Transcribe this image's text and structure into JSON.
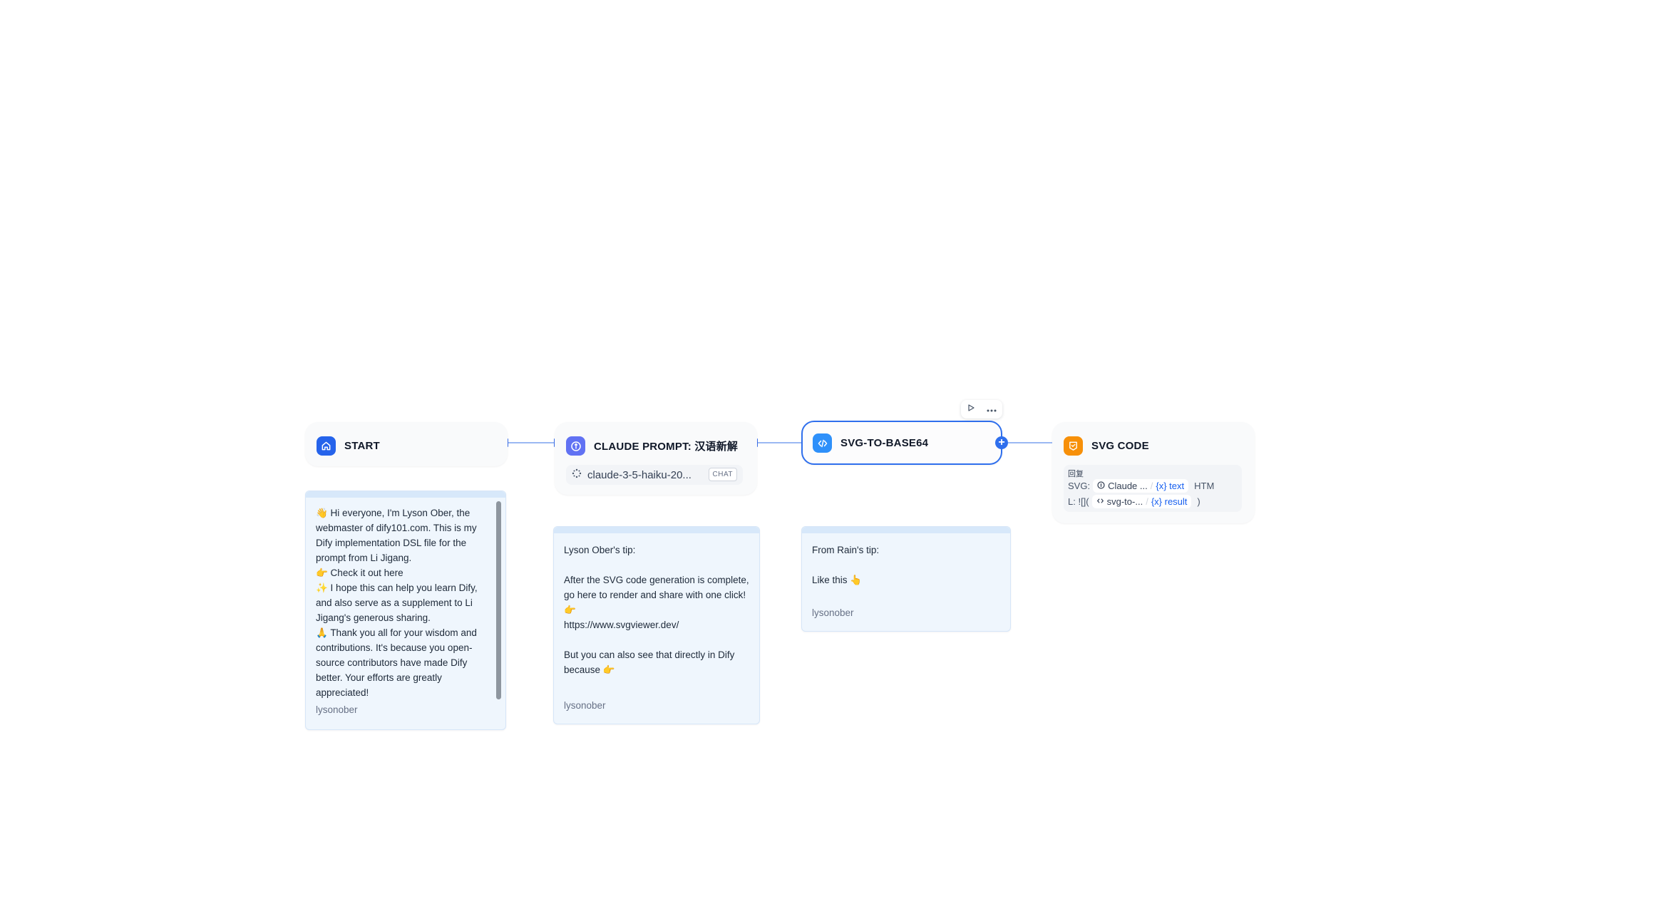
{
  "nodes": {
    "start": {
      "title": "START"
    },
    "claude": {
      "title": "CLAUDE PROMPT: 汉语新解",
      "model": "claude-3-5-haiku-20...",
      "mode_badge": "CHAT"
    },
    "svg_to_base64": {
      "title": "SVG-TO-BASE64"
    },
    "svg_code": {
      "title": "SVG CODE",
      "answer_label": "回复",
      "rows": [
        {
          "prefix": "SVG:",
          "source": "Claude ...",
          "var": "{x} text",
          "suffix": "HTM"
        },
        {
          "prefix": "L: ![](",
          "source": "svg-to-...",
          "var": "{x} result",
          "suffix": ")"
        }
      ]
    }
  },
  "notes": [
    {
      "text": "👋 Hi everyone, I'm Lyson Ober, the webmaster of dify101.com. This is my Dify implementation DSL file for the prompt from Li Jigang.\n👉 Check it out here\n✨ I hope this can help you learn Dify, and also serve as a supplement to Li Jigang's generous sharing.\n🙏 Thank you all for your wisdom and contributions. It's because you open-source contributors have made Dify better. Your efforts are greatly appreciated!",
      "author": "lysonober"
    },
    {
      "text": "Lyson Ober's tip:\n\nAfter the SVG code generation is complete, go here to render and share with one click! 👉\nhttps://www.svgviewer.dev/\n\nBut you can also see that directly in Dify because 👉",
      "author": "lysonober"
    },
    {
      "text": "From Rain's tip:\n\nLike this 👆",
      "author": "lysonober"
    }
  ],
  "colors": {
    "accent": "#2f6fed",
    "start_icon": "#2563eb",
    "llm_icon": "#6172f3",
    "code_icon": "#2e90fa",
    "answer_icon": "#f79009",
    "note_bg": "#eff6fd"
  },
  "icons": {
    "start": "home-icon",
    "claude": "anthropic-icon",
    "svg_to_base64": "code-icon",
    "svg_code": "answer-icon",
    "toolbar": [
      "play-icon",
      "more-icon"
    ],
    "add": "plus-icon"
  }
}
